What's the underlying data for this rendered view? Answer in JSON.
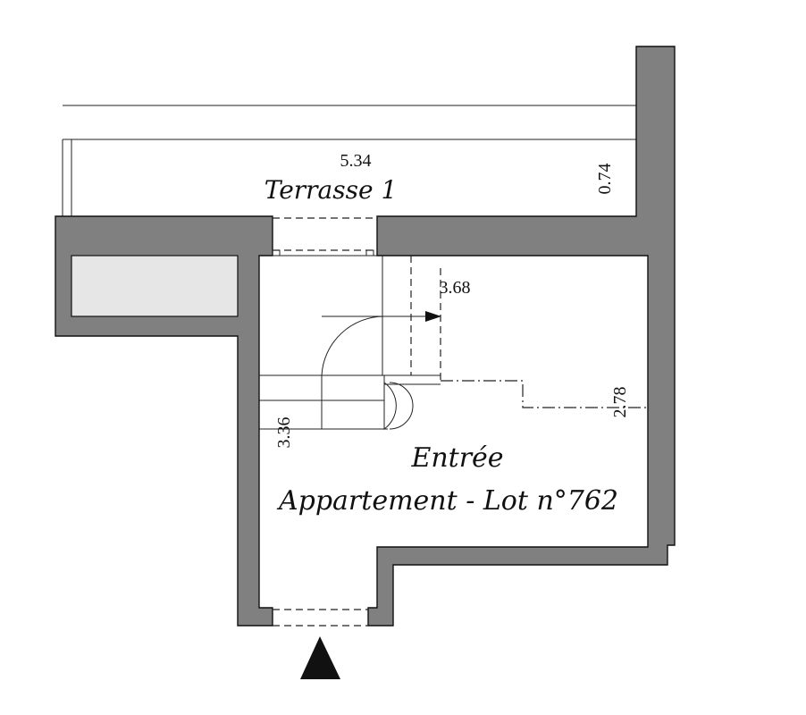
{
  "colors": {
    "wall": "#808080",
    "storage_fill": "#e6e6e6",
    "line": "#222222",
    "entry_marker": "#111111"
  },
  "rooms": {
    "terrace": {
      "name": "Terrasse 1"
    },
    "entrance": {
      "name": "Entrée",
      "subtitle": "Appartement - Lot n°762"
    }
  },
  "dimensions": {
    "terrace_width": "5.34",
    "terrace_depth": "0.74",
    "stair_length": "3.68",
    "height_right": "2.78",
    "height_left": "3.36"
  },
  "icons": {
    "entry_arrow": "entry-arrow-icon"
  }
}
